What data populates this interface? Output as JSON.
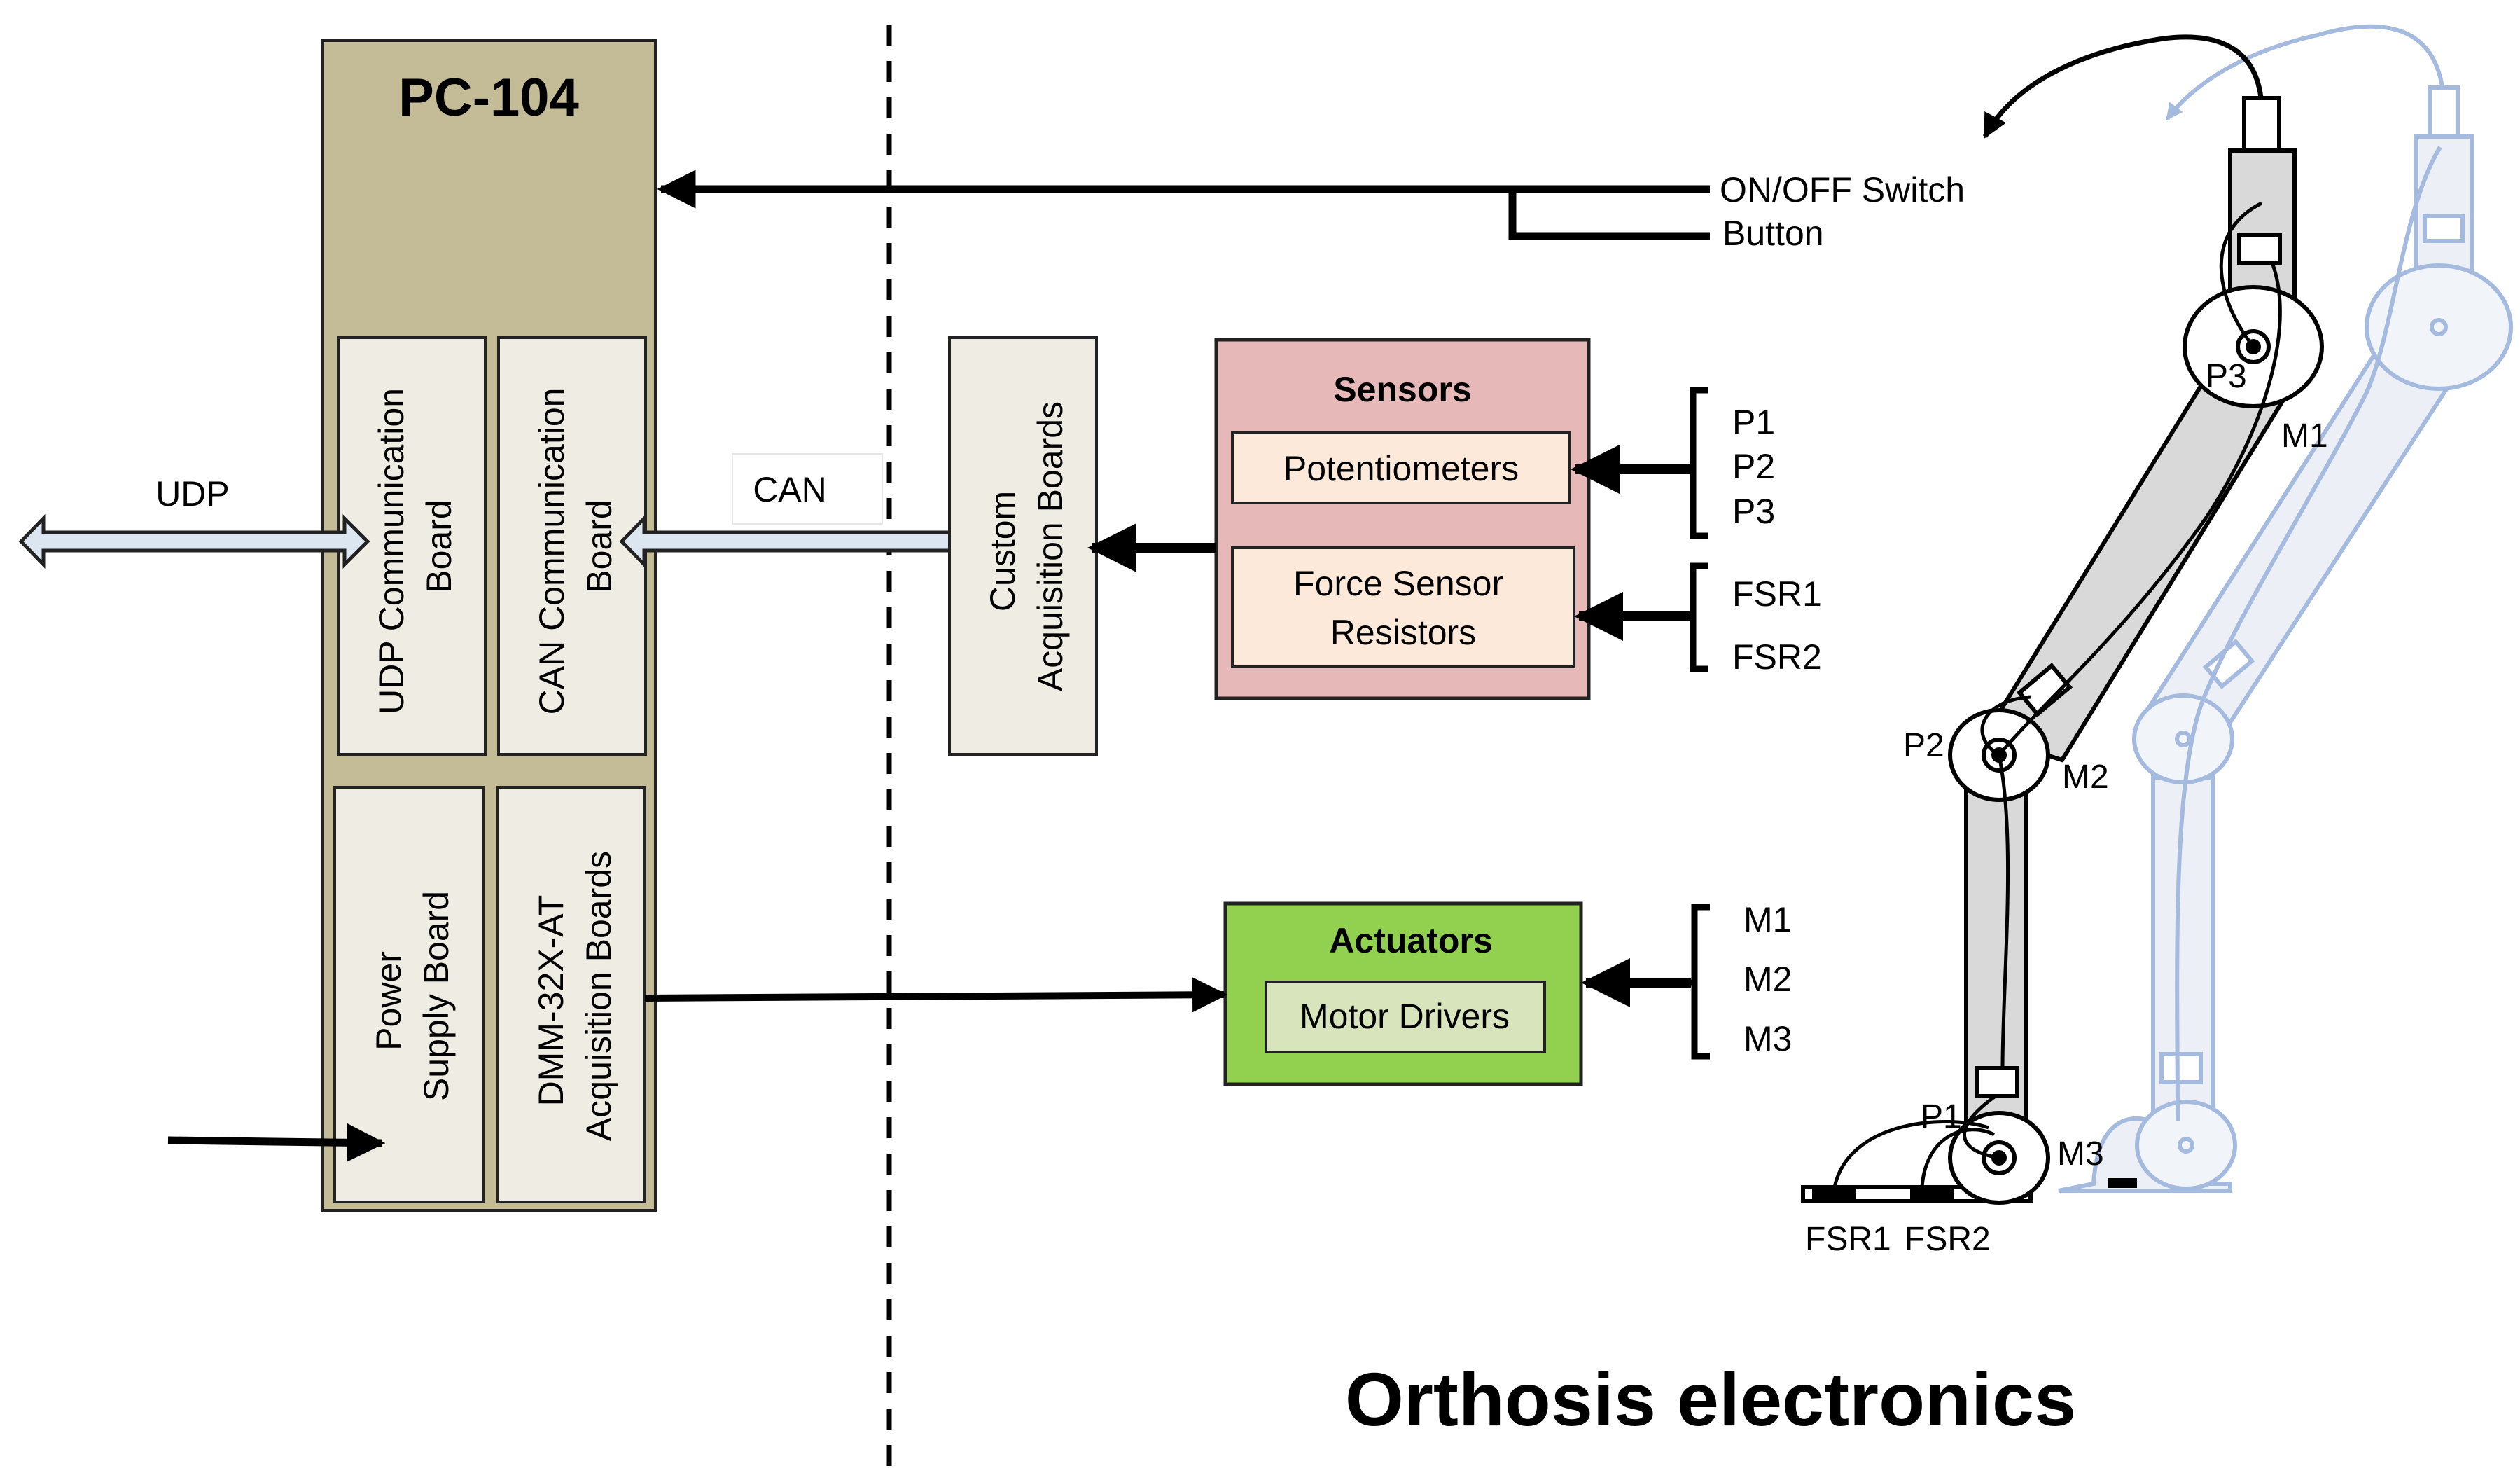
{
  "title": "Orthosis electronics",
  "pc104": {
    "title": "PC-104",
    "udp_board": [
      "UDP Communication",
      "Board"
    ],
    "can_board": [
      "CAN Communication",
      "Board"
    ],
    "power_board": [
      "Power",
      "Supply Board"
    ],
    "dmm_board": [
      "DMM-32X-AT",
      "Acquisition Boards"
    ]
  },
  "links": {
    "udp": "UDP",
    "can": "CAN"
  },
  "custom_board": [
    "Custom",
    "Acquisition Boards"
  ],
  "sensors": {
    "title": "Sensors",
    "potentiometers": "Potentiometers",
    "force_sensor": [
      "Force Sensor",
      "Resistors"
    ],
    "pot_labels": [
      "P1",
      "P2",
      "P3"
    ],
    "fsr_labels": [
      "FSR1",
      "FSR2"
    ]
  },
  "actuators": {
    "title": "Actuators",
    "motor_drivers": "Motor Drivers",
    "motor_labels": [
      "M1",
      "M2",
      "M3"
    ]
  },
  "inputs": {
    "switch": "ON/OFF Switch",
    "button": "Button"
  },
  "orthosis": {
    "p3": "P3",
    "m1": "M1",
    "p2": "P2",
    "m2": "M2",
    "p1": "P1",
    "m3": "M3",
    "fsr1": "FSR1",
    "fsr2": "FSR2"
  },
  "colors": {
    "pc104": "#c4bb97",
    "board": "#efede3",
    "sensors": "#e6b8b7",
    "sensor_inner": "#fde9d9",
    "actuators": "#92d050",
    "actuator_inner": "#d8e4bc",
    "bus_arrow": "#dce6f1",
    "leg": "#d9d9d9",
    "ghost": "#8ea9d8"
  }
}
